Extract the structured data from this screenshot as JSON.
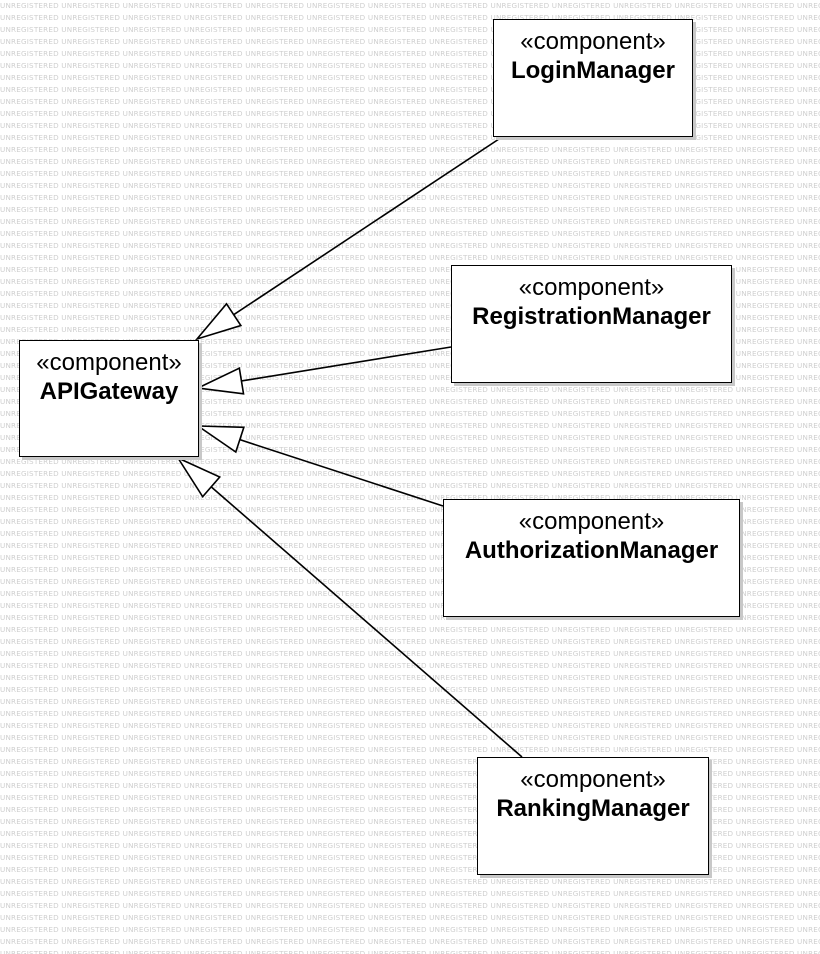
{
  "watermark_text": "UNREGISTERED",
  "stereotype": "«component»",
  "components": {
    "api_gateway": {
      "stereotype": "«component»",
      "name": "APIGateway"
    },
    "login_manager": {
      "stereotype": "«component»",
      "name": "LoginManager"
    },
    "registration_manager": {
      "stereotype": "«component»",
      "name": "RegistrationManager"
    },
    "authorization_manager": {
      "stereotype": "«component»",
      "name": "AuthorizationManager"
    },
    "ranking_manager": {
      "stereotype": "«component»",
      "name": "RankingManager"
    }
  },
  "relationships": [
    {
      "type": "generalization",
      "from": "login_manager",
      "to": "api_gateway"
    },
    {
      "type": "generalization",
      "from": "registration_manager",
      "to": "api_gateway"
    },
    {
      "type": "generalization",
      "from": "authorization_manager",
      "to": "api_gateway"
    },
    {
      "type": "generalization",
      "from": "ranking_manager",
      "to": "api_gateway"
    }
  ]
}
